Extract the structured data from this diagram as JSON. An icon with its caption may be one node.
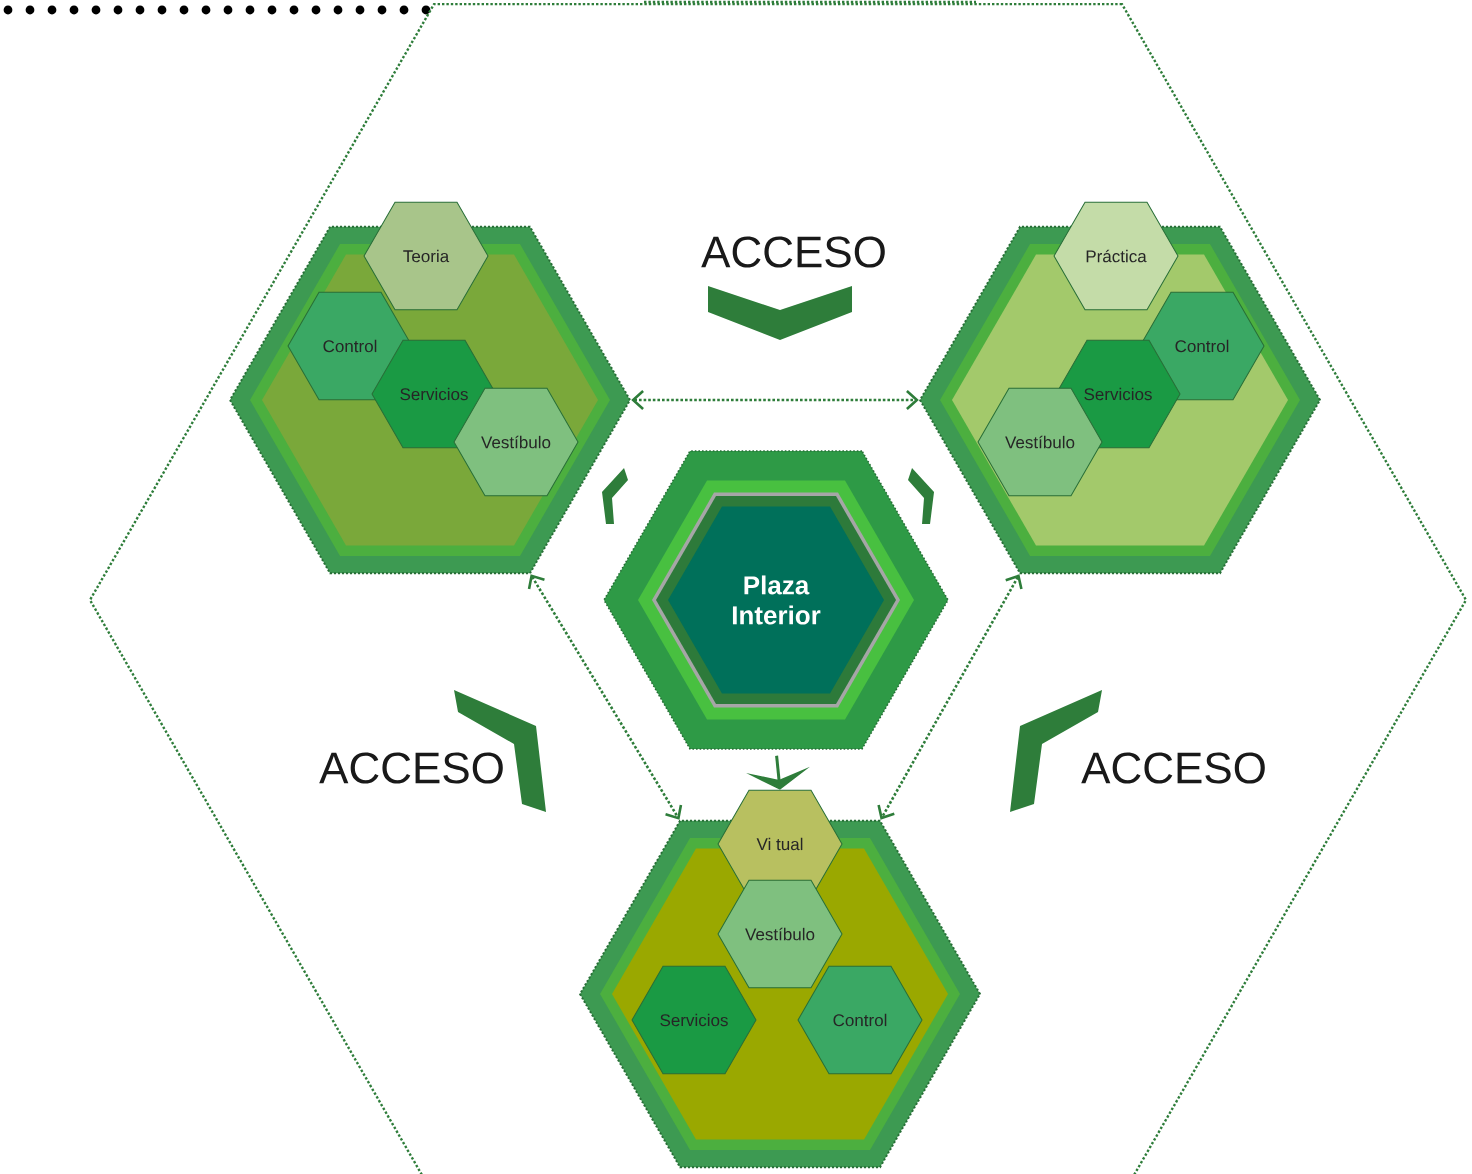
{
  "diagram": {
    "nodes": [
      {
        "text": [],
        "shape": "hexagon"
      },
      {
        "text": [],
        "shape": "hexagon",
        "in": 0
      },
      {
        "text": [
          "Teoria"
        ],
        "in": 0
      },
      {
        "text": [
          "Control"
        ],
        "in": 1
      },
      {
        "text": [
          "Servicios"
        ],
        "in": 1
      },
      {
        "text": [
          "Vestíbulo"
        ],
        "in": 1
      },
      {
        "text": [],
        "shape": "hexagon",
        "in": 0
      },
      {
        "text": [
          "Práctica"
        ],
        "in": 0
      },
      {
        "text": [
          "Control"
        ],
        "in": 6
      },
      {
        "text": [
          "Servicios"
        ],
        "in": 6
      },
      {
        "text": [
          "Vestíbulo"
        ],
        "in": 6
      },
      {
        "text": [
          "Plaza Interior"
        ],
        "in": 0
      },
      {
        "text": [],
        "shape": "hexagon",
        "in": 0
      },
      {
        "text": [
          "Vi tual"
        ],
        "in": 0
      },
      {
        "text": [
          "Vestíbulo"
        ],
        "in": 12
      },
      {
        "text": [
          "Servicios"
        ],
        "in": 12
      },
      {
        "text": [
          "Control"
        ],
        "in": 12
      }
    ],
    "edges": [
      {
        "from": 1,
        "to": 6,
        "arrow": "both",
        "style": "dashed"
      },
      {
        "from": 1,
        "to": 12,
        "arrow": "both",
        "style": "dashed"
      },
      {
        "from": 6,
        "to": 12,
        "arrow": "both",
        "style": "dashed"
      },
      {
        "from": 11,
        "to": 13,
        "arrow": "to"
      }
    ],
    "labels": [
      "ACCESO",
      "ACCESO",
      "ACCESO"
    ]
  }
}
